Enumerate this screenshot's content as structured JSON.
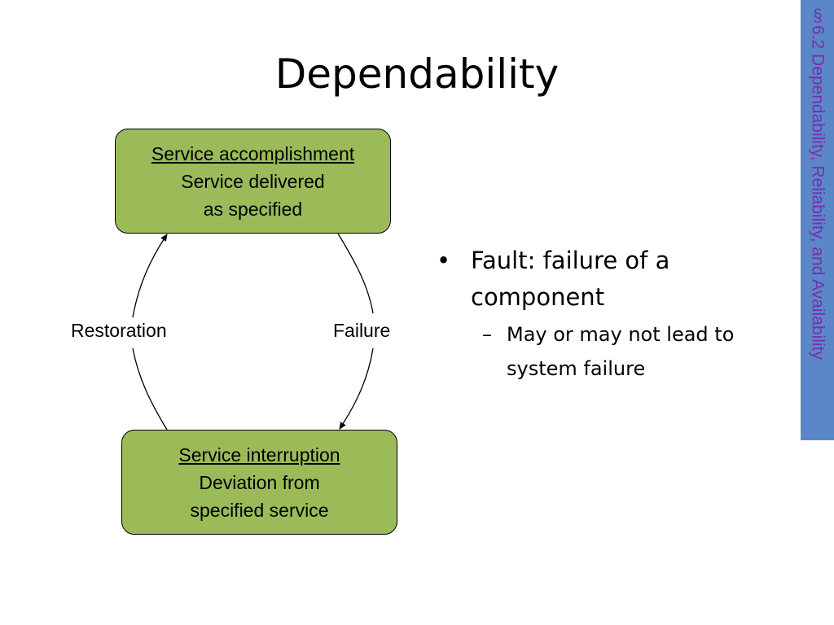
{
  "title": "Dependability",
  "side_tab": {
    "text": "§6.2 Dependability, Reliability, and Availability",
    "background": "#5b87c9",
    "text_color": "#7a2fa8"
  },
  "diagram": {
    "box_fill": "#9bbb59",
    "states": [
      {
        "heading": "Service accomplishment",
        "line1": "Service delivered",
        "line2": "as specified"
      },
      {
        "heading": "Service interruption",
        "line1": "Deviation from",
        "line2": "specified service"
      }
    ],
    "transitions": [
      {
        "label": "Restoration",
        "from": "Service interruption",
        "to": "Service accomplishment"
      },
      {
        "label": "Failure",
        "from": "Service accomplishment",
        "to": "Service interruption"
      }
    ]
  },
  "bullets": {
    "level1": {
      "marker": "•",
      "text_line1": "Fault: failure of a",
      "text_line2": "component"
    },
    "level2": {
      "marker": "–",
      "text_line1": "May or may not lead to",
      "text_line2": "system failure"
    }
  }
}
